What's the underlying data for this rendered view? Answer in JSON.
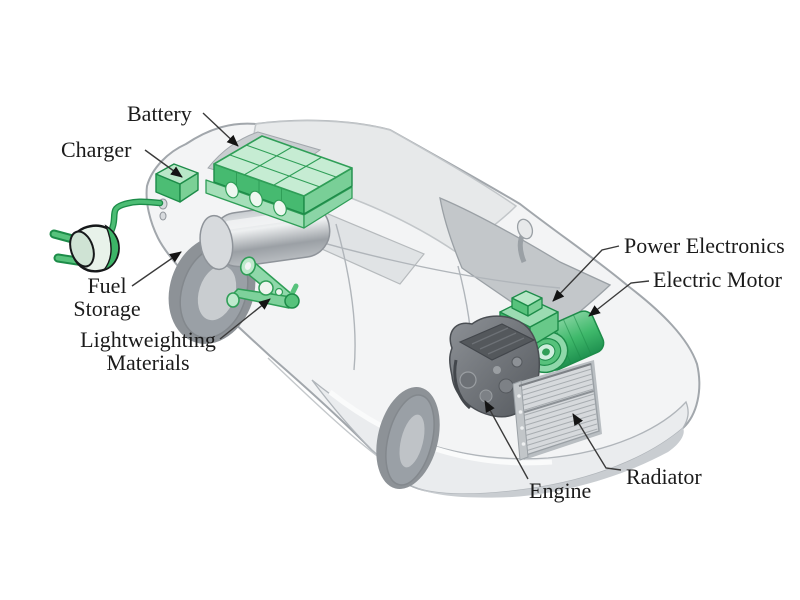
{
  "diagram": {
    "subject": "Plug-in hybrid electric vehicle cutaway with labeled components",
    "background_color": "#ffffff",
    "colors": {
      "component_green": "#3fb96b",
      "component_green_light": "#c6ecd3",
      "component_green_dark": "#1d8c49",
      "car_body_gray": "#f3f4f5",
      "outline_gray": "#a2a7ac",
      "glass_gray": "#c3c7ca",
      "engine_gray": "#5a5e63",
      "radiator_gray": "#d6d9dc",
      "leader_line_color": "#3a3a3a",
      "label_text_color": "#1b1b1b"
    },
    "labels": {
      "battery": "Battery",
      "charger": "Charger",
      "fuel_storage": "Fuel Storage",
      "lightweighting_materials": "Lightweighting Materials",
      "power_electronics": "Power Electronics",
      "electric_motor": "Electric Motor",
      "engine": "Engine",
      "radiator": "Radiator"
    },
    "components": [
      "car-body-icon",
      "battery-pack-icon",
      "charger-box-icon",
      "charging-plug-icon",
      "charging-cable-icon",
      "fuel-tank-icon",
      "suspension-arm-icon",
      "power-electronics-icon",
      "electric-motor-icon",
      "engine-block-icon",
      "radiator-icon"
    ]
  }
}
